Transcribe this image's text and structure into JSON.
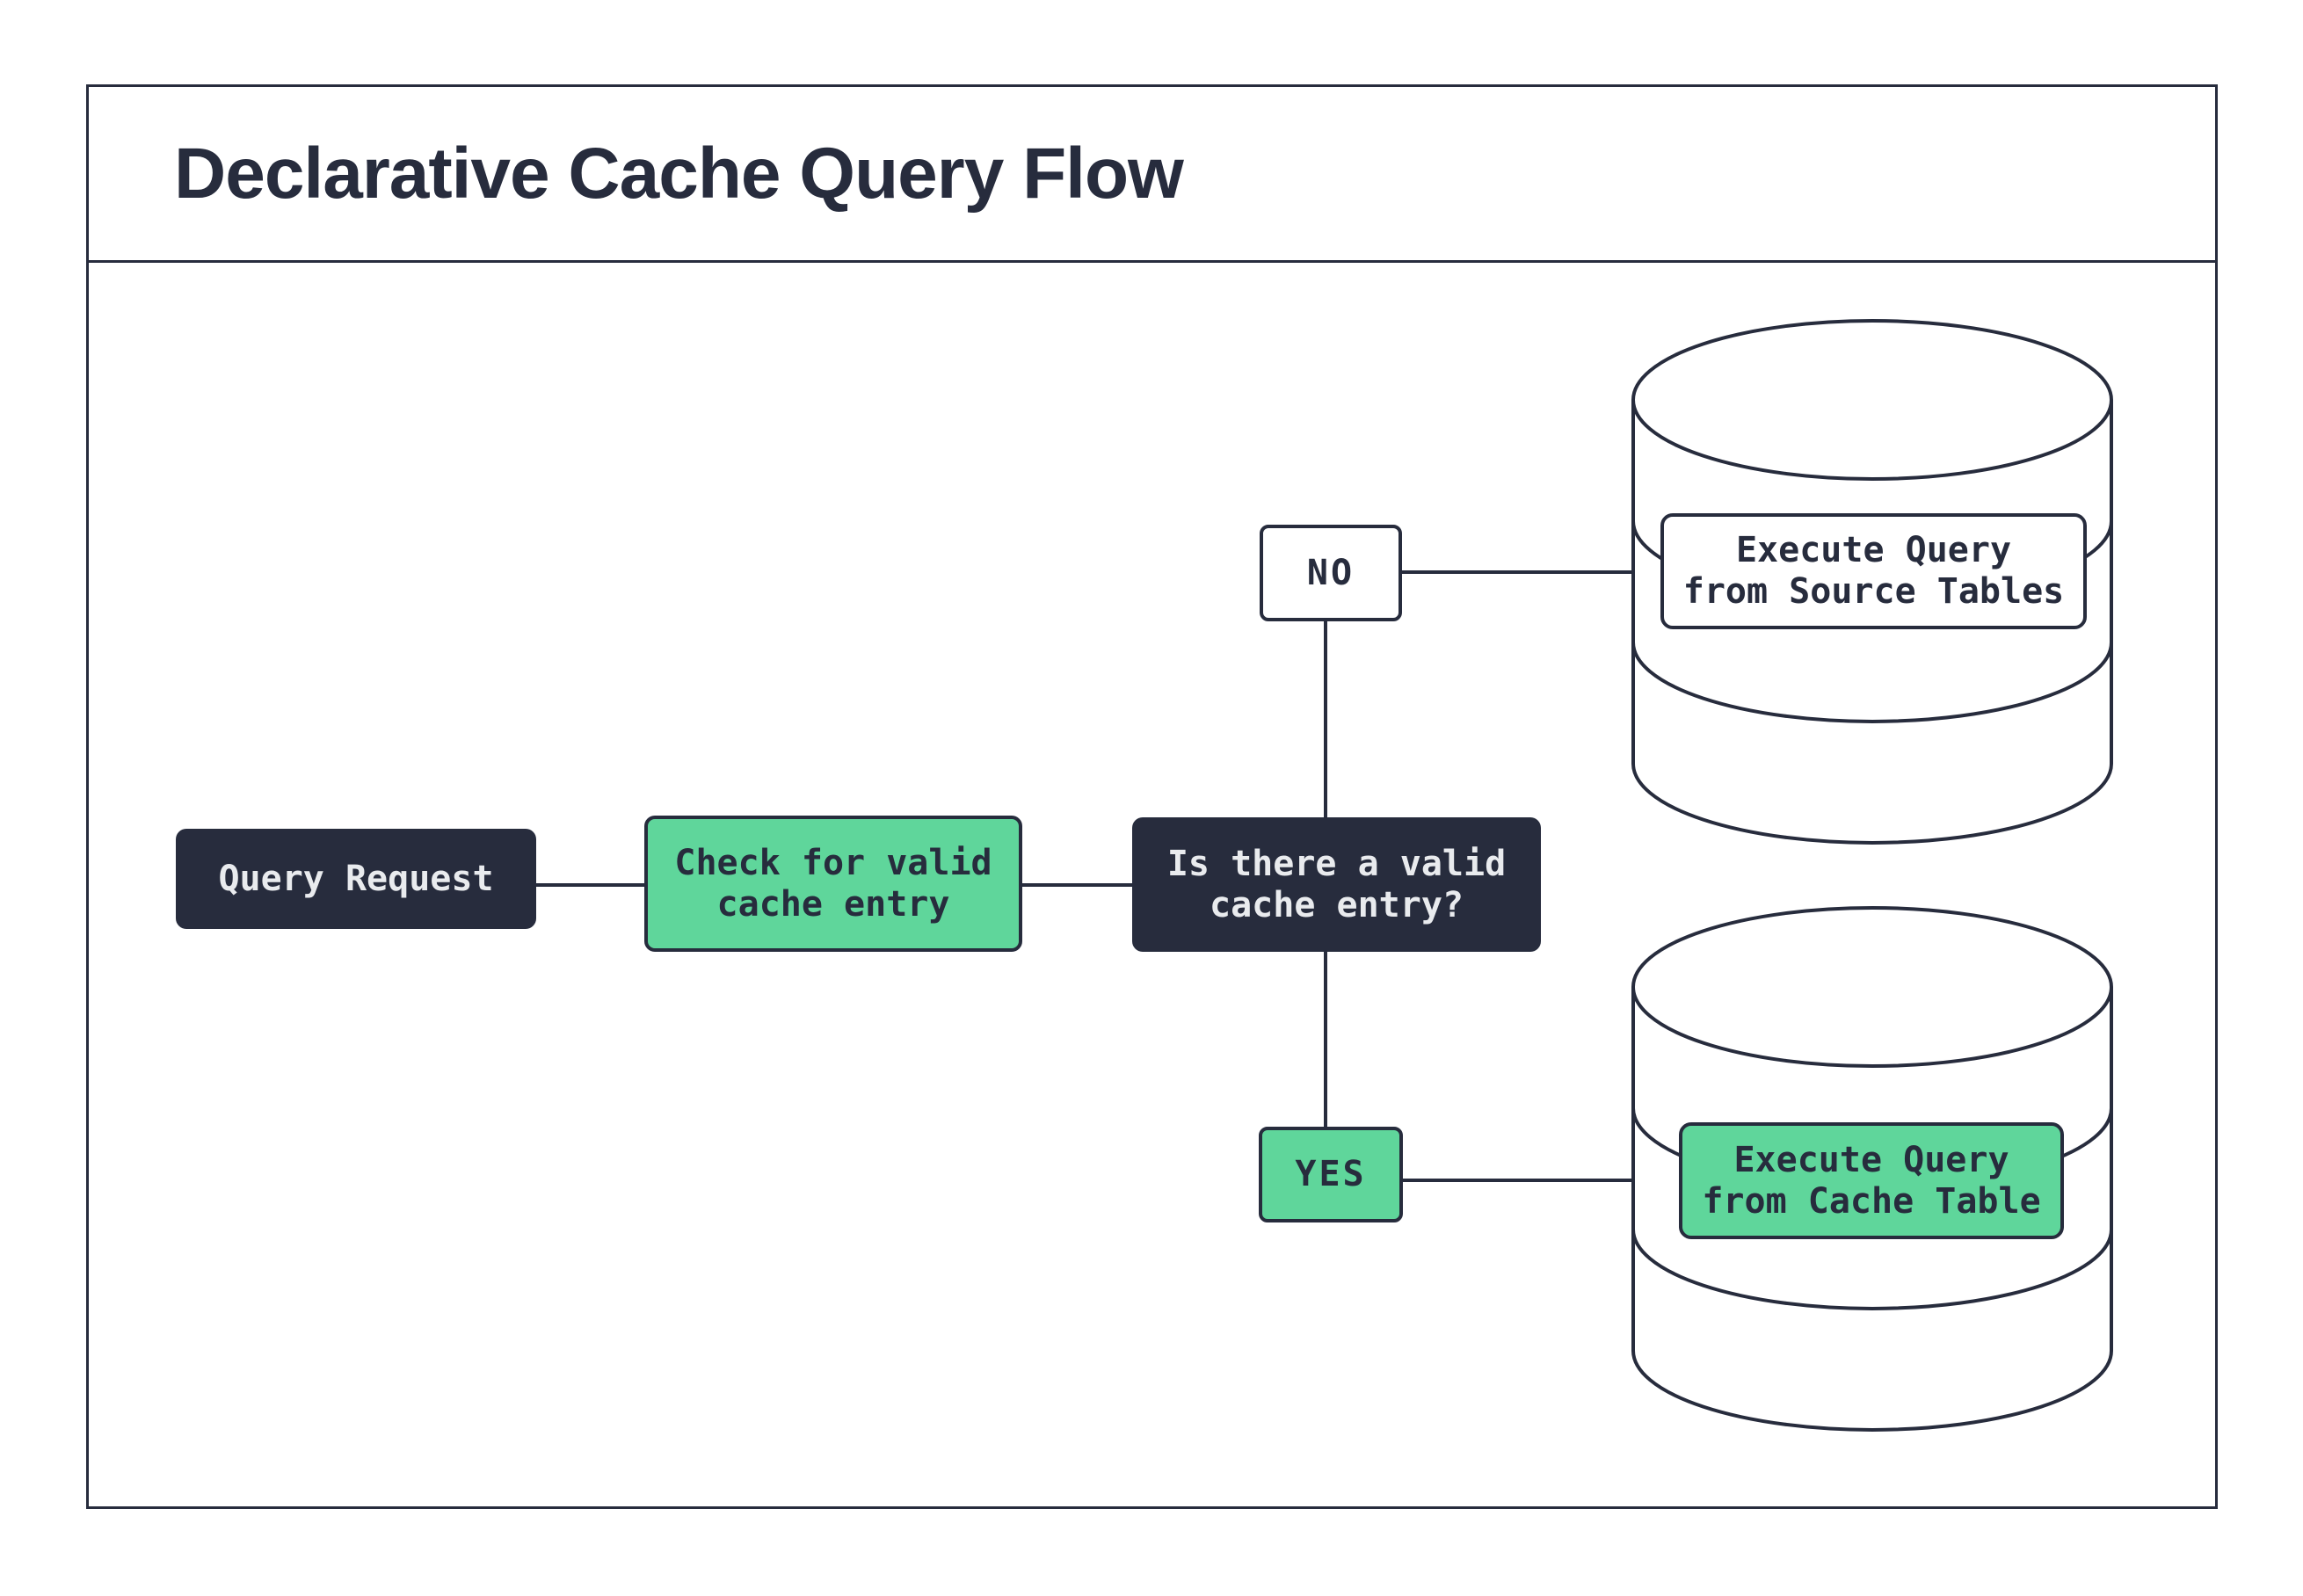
{
  "header": {
    "title": "Declarative Cache Query Flow"
  },
  "nodes": {
    "query_request": {
      "label": "Query Request"
    },
    "check_cache": {
      "label": "Check for valid\ncache entry"
    },
    "decision": {
      "label": "Is there a valid\ncache entry?"
    },
    "branch_no": {
      "label": "NO"
    },
    "branch_yes": {
      "label": "YES"
    },
    "exec_source": {
      "label": "Execute Query\nfrom Source Tables"
    },
    "exec_cache": {
      "label": "Execute Query\nfrom Cache Table"
    }
  },
  "colors": {
    "ink": "#272C3D",
    "green": "#5FD69B",
    "light_text": "#E9EBEE",
    "background": "#FFFFFF"
  }
}
